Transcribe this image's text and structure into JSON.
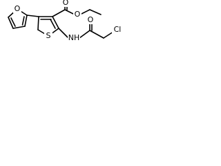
{
  "structure": {
    "atoms": {
      "furan_oxygen": "O",
      "ester_carbonyl_oxygen": "O",
      "ester_ether_oxygen": "O",
      "amide_oxygen": "O",
      "thiophene_sulfur": "S",
      "amide_nitrogen": "NH",
      "chlorine": "Cl"
    }
  }
}
